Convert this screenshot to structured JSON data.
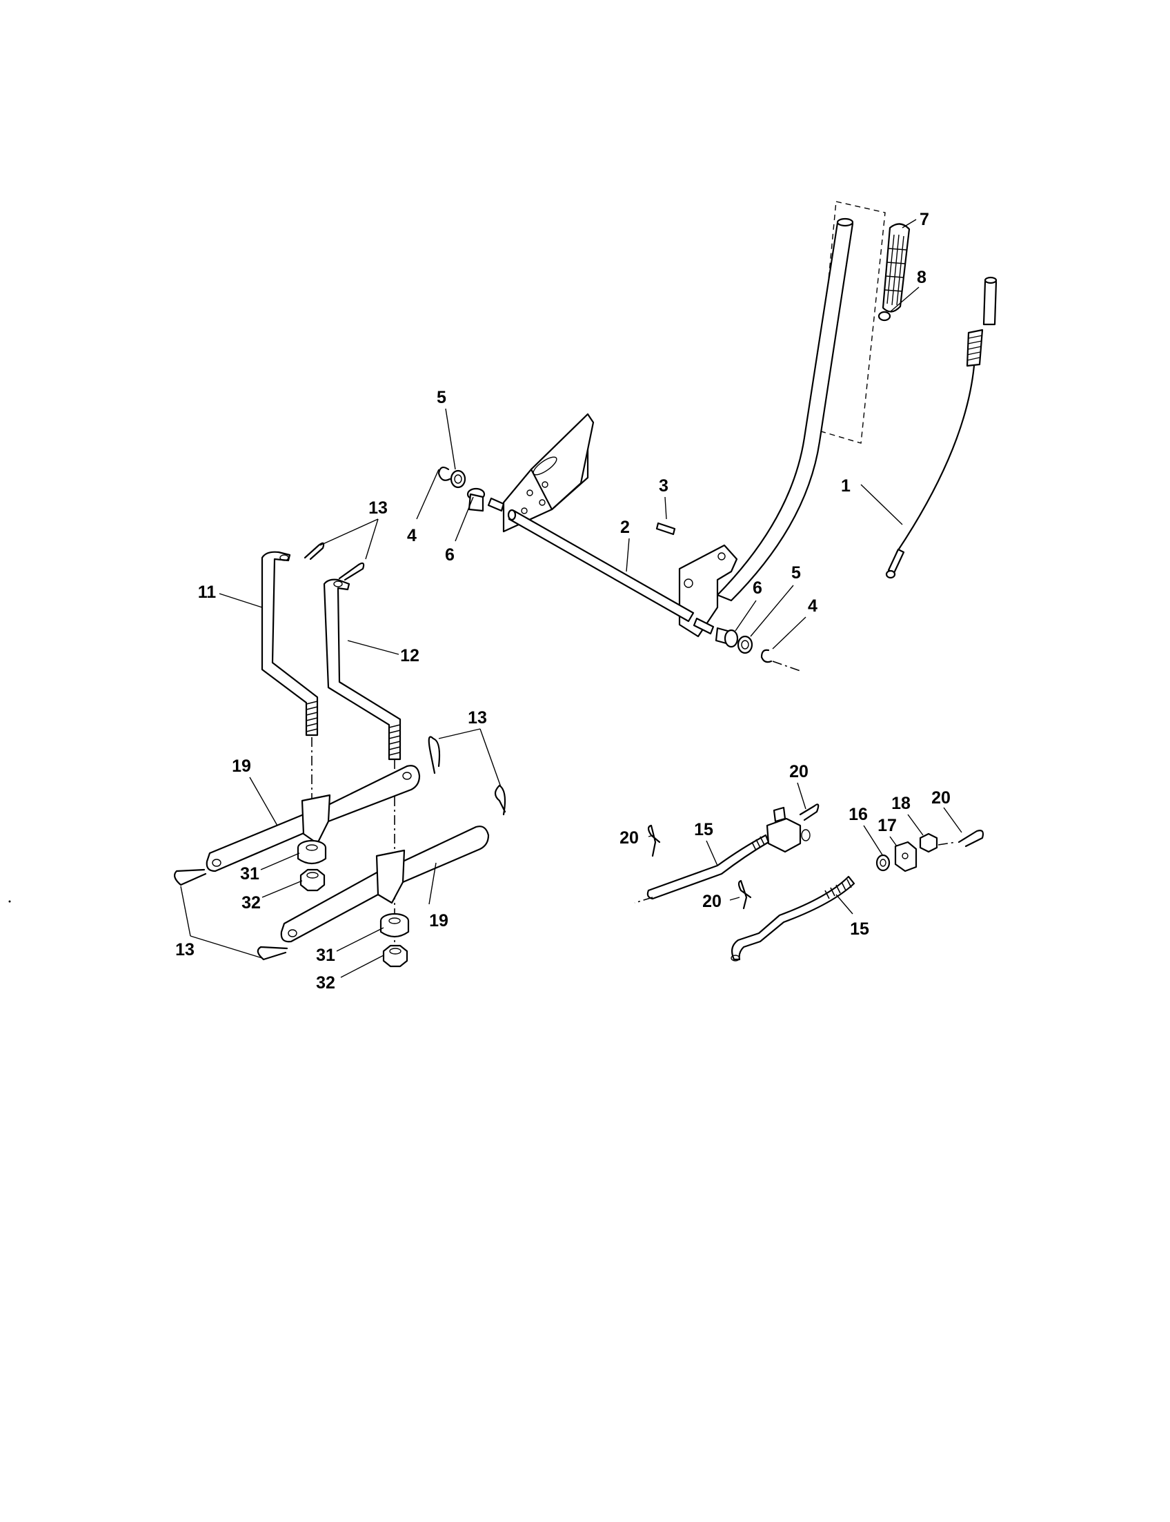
{
  "diagram": {
    "callouts": [
      {
        "id": "c1",
        "text": "1"
      },
      {
        "id": "c2",
        "text": "2"
      },
      {
        "id": "c3",
        "text": "3"
      },
      {
        "id": "c4a",
        "text": "4"
      },
      {
        "id": "c4b",
        "text": "4"
      },
      {
        "id": "c5a",
        "text": "5"
      },
      {
        "id": "c5b",
        "text": "5"
      },
      {
        "id": "c6a",
        "text": "6"
      },
      {
        "id": "c6b",
        "text": "6"
      },
      {
        "id": "c7",
        "text": "7"
      },
      {
        "id": "c8",
        "text": "8"
      },
      {
        "id": "c11",
        "text": "11"
      },
      {
        "id": "c12",
        "text": "12"
      },
      {
        "id": "c13a",
        "text": "13"
      },
      {
        "id": "c13b",
        "text": "13"
      },
      {
        "id": "c13c",
        "text": "13"
      },
      {
        "id": "c15a",
        "text": "15"
      },
      {
        "id": "c15b",
        "text": "15"
      },
      {
        "id": "c16",
        "text": "16"
      },
      {
        "id": "c17",
        "text": "17"
      },
      {
        "id": "c18",
        "text": "18"
      },
      {
        "id": "c19a",
        "text": "19"
      },
      {
        "id": "c19b",
        "text": "19"
      },
      {
        "id": "c20a",
        "text": "20"
      },
      {
        "id": "c20b",
        "text": "20"
      },
      {
        "id": "c20c",
        "text": "20"
      },
      {
        "id": "c20d",
        "text": "20"
      },
      {
        "id": "c31a",
        "text": "31"
      },
      {
        "id": "c31b",
        "text": "31"
      },
      {
        "id": "c32a",
        "text": "32"
      },
      {
        "id": "c32b",
        "text": "32"
      }
    ]
  }
}
